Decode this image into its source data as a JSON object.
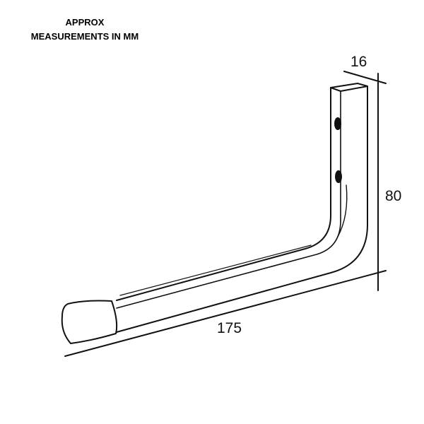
{
  "note": {
    "line1": "APPROX",
    "line2": "MEASUREMENTS IN MM"
  },
  "dimensions": {
    "depth": "16",
    "height": "80",
    "length": "175"
  },
  "colors": {
    "stroke": "#111111",
    "background": "#ffffff"
  }
}
